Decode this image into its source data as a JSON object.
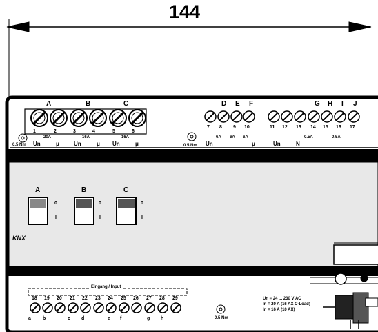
{
  "width_label": "144",
  "top_terminals": {
    "group1_letters": [
      "A",
      "B",
      "C"
    ],
    "group1_numbers": [
      "1",
      "2",
      "3",
      "4",
      "5",
      "6"
    ],
    "group1_ratings": [
      "20A",
      "16A",
      "16A"
    ],
    "group2_letters": [
      "D",
      "E",
      "F"
    ],
    "group2_numbers": [
      "7",
      "8",
      "9",
      "10"
    ],
    "group2_ratings": [
      "6A",
      "6A",
      "6A"
    ],
    "group3_letters": [
      "G",
      "H",
      "I",
      "J"
    ],
    "group3_numbers": [
      "11",
      "12",
      "13",
      "14",
      "15",
      "16",
      "17"
    ],
    "group3_ratings": [
      "0.5A",
      "0.5A"
    ],
    "label_un": "Un",
    "label_mu": "μ",
    "label_n": "N",
    "torque": "0.5 Nm"
  },
  "switches": [
    {
      "letter": "A",
      "on": "0",
      "off": "I"
    },
    {
      "letter": "B",
      "on": "0",
      "off": "I"
    },
    {
      "letter": "C",
      "on": "0",
      "off": "I"
    }
  ],
  "knx_logo": "KNX",
  "bottom_terminals": {
    "input_label": "Eingang / Input",
    "numbers": [
      "18",
      "19",
      "20",
      "21",
      "22",
      "23",
      "24",
      "25",
      "26",
      "27",
      "28",
      "29"
    ],
    "letters": [
      "a",
      "b",
      "c",
      "d",
      "e",
      "f",
      "g",
      "h"
    ],
    "torque": "0.5 Nm",
    "spec_lines": [
      "Un = 24 ... 230 V AC",
      "In = 20 A (16 AX C-Load)",
      "In = 16 A (10 AX)"
    ]
  }
}
